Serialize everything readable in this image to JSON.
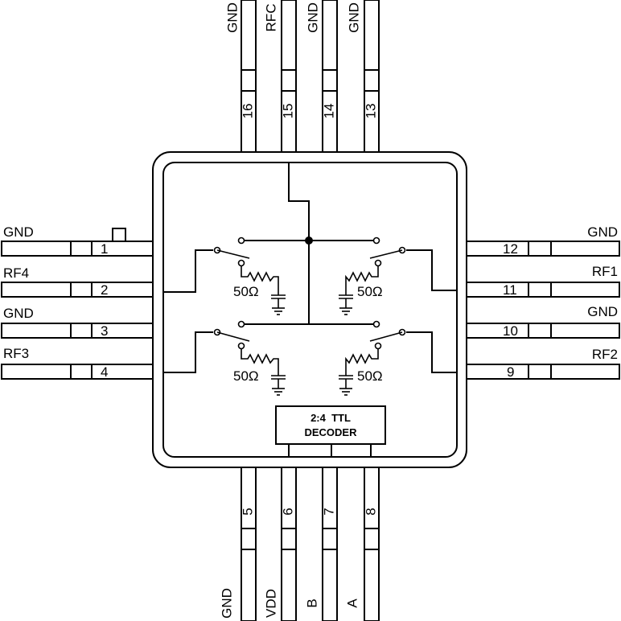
{
  "pins_top": [
    {
      "num": "16",
      "name": "GND"
    },
    {
      "num": "15",
      "name": "RFC"
    },
    {
      "num": "14",
      "name": "GND"
    },
    {
      "num": "13",
      "name": "GND"
    }
  ],
  "pins_bottom": [
    {
      "num": "5",
      "name": "GND"
    },
    {
      "num": "6",
      "name": "VDD"
    },
    {
      "num": "7",
      "name": "B"
    },
    {
      "num": "8",
      "name": "A"
    }
  ],
  "pins_left": [
    {
      "num": "1",
      "name": "GND"
    },
    {
      "num": "2",
      "name": "RF4"
    },
    {
      "num": "3",
      "name": "GND"
    },
    {
      "num": "4",
      "name": "RF3"
    }
  ],
  "pins_right": [
    {
      "num": "12",
      "name": "GND"
    },
    {
      "num": "11",
      "name": "RF1"
    },
    {
      "num": "10",
      "name": "GND"
    },
    {
      "num": "9",
      "name": "RF2"
    }
  ],
  "terminations": [
    "50Ω",
    "50Ω",
    "50Ω",
    "50Ω"
  ],
  "decoder": {
    "line1": "2:4  TTL",
    "line2": "DECODER"
  }
}
